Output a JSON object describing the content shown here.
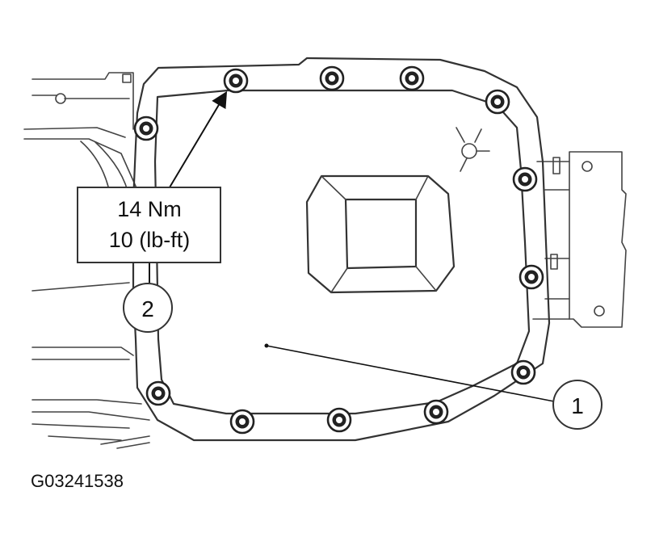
{
  "figure_id": "G03241538",
  "torque_spec": {
    "metric": "14 Nm",
    "imperial": "10 (lb-ft)"
  },
  "callouts": [
    {
      "number": "1",
      "target": "oil pan"
    },
    {
      "number": "2",
      "target": "bolts"
    }
  ],
  "colors": {
    "line": "#333333",
    "background": "#ffffff",
    "bolt_fill": "#222222"
  }
}
